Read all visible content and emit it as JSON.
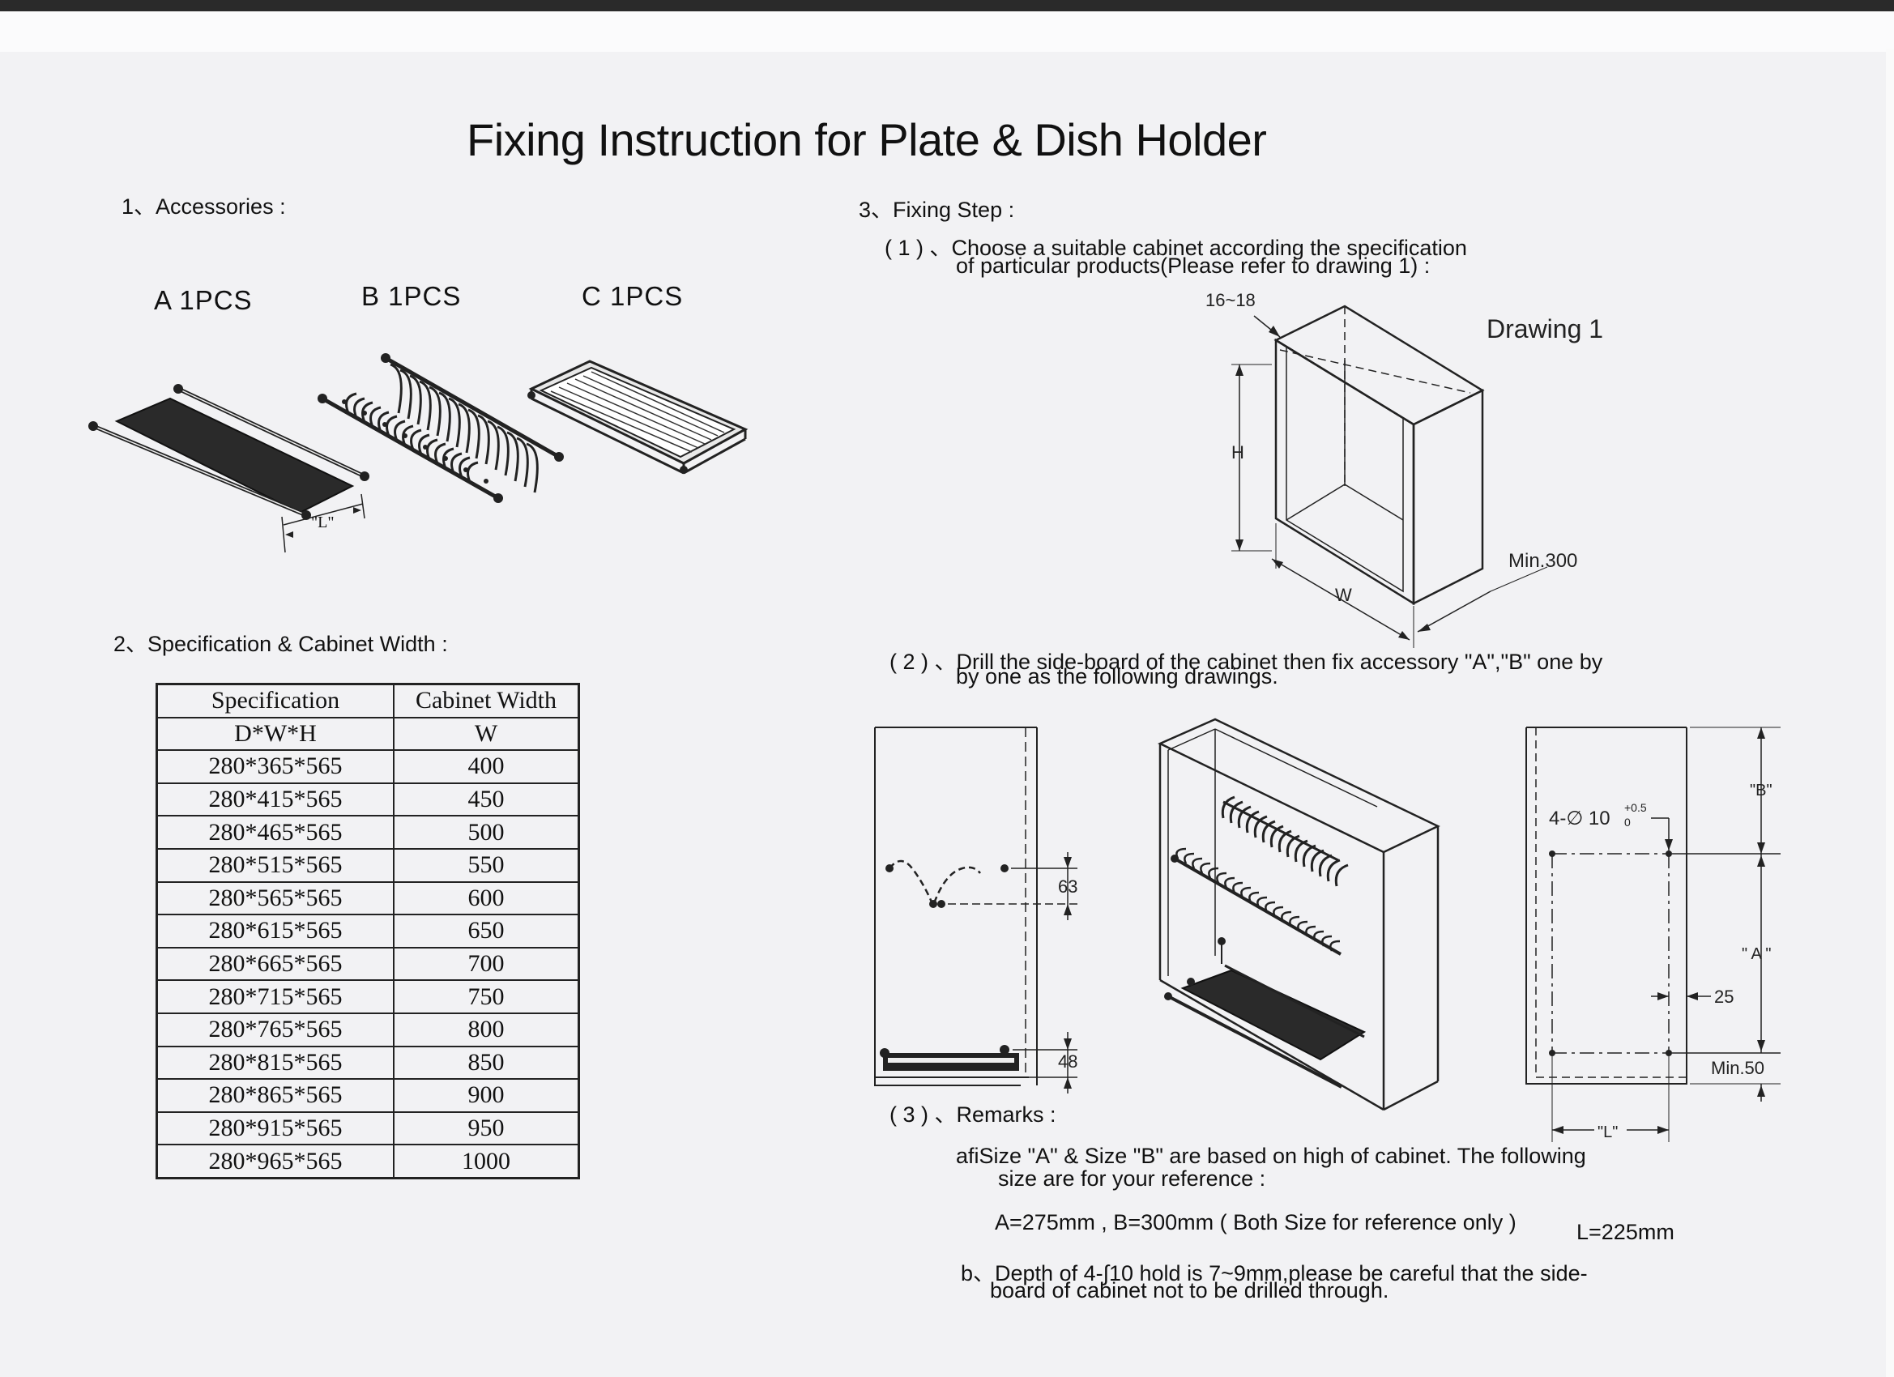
{
  "title": "Fixing Instruction for Plate & Dish Holder",
  "sections": {
    "accessories": "1、Accessories :",
    "specification": "2、Specification & Cabinet Width :",
    "fixing": "3、Fixing Step :"
  },
  "accessories": [
    {
      "label": "A 1PCS"
    },
    {
      "label": "B 1PCS"
    },
    {
      "label": "C 1PCS"
    }
  ],
  "accessory_dim_label": "\"L\"",
  "spec_table": {
    "headers": [
      "Specification",
      "Cabinet Width"
    ],
    "subheaders": [
      "D*W*H",
      "W"
    ],
    "rows": [
      [
        "280*365*565",
        "400"
      ],
      [
        "280*415*565",
        "450"
      ],
      [
        "280*465*565",
        "500"
      ],
      [
        "280*515*565",
        "550"
      ],
      [
        "280*565*565",
        "600"
      ],
      [
        "280*615*565",
        "650"
      ],
      [
        "280*665*565",
        "700"
      ],
      [
        "280*715*565",
        "750"
      ],
      [
        "280*765*565",
        "800"
      ],
      [
        "280*815*565",
        "850"
      ],
      [
        "280*865*565",
        "900"
      ],
      [
        "280*915*565",
        "950"
      ],
      [
        "280*965*565",
        "1000"
      ]
    ]
  },
  "steps": {
    "step1_line1": "( 1 ) 、Choose a suitable cabinet according the specification",
    "step1_line2": "of particular products(Please refer to drawing 1) :",
    "step2_line1": "( 2 ) 、Drill the side-board of the cabinet then fix accessory \"A\",\"B\" one by",
    "step2_line2": "by one as the following drawings.",
    "step3_title": "( 3 ) 、Remarks :",
    "remark_a_line1": "afiSize \"A\" & Size \"B\" are based on high of cabinet. The following",
    "remark_a_line2": "size are for your reference :",
    "remark_values": "A=275mm , B=300mm ( Both Size for reference only )",
    "remark_l": "L=225mm",
    "remark_b_line1": "b、Depth of 4-∫10 hold is 7~9mm,please be careful that the side-",
    "remark_b_line2": "board of cabinet not to be drilled through."
  },
  "drawing1": {
    "caption": "Drawing 1",
    "thickness": "16~18",
    "height": "H",
    "width": "W",
    "depth": "Min.300"
  },
  "side_view": {
    "dim_upper": "63",
    "dim_lower": "48"
  },
  "hole_view": {
    "b": "\"B\"",
    "a": "\" A \"",
    "hole_prefix": "4-∅ 10",
    "tol_upper": "+0.5",
    "tol_lower": "0",
    "offset": "25",
    "min_bottom": "Min.50",
    "l": "\"L\""
  }
}
